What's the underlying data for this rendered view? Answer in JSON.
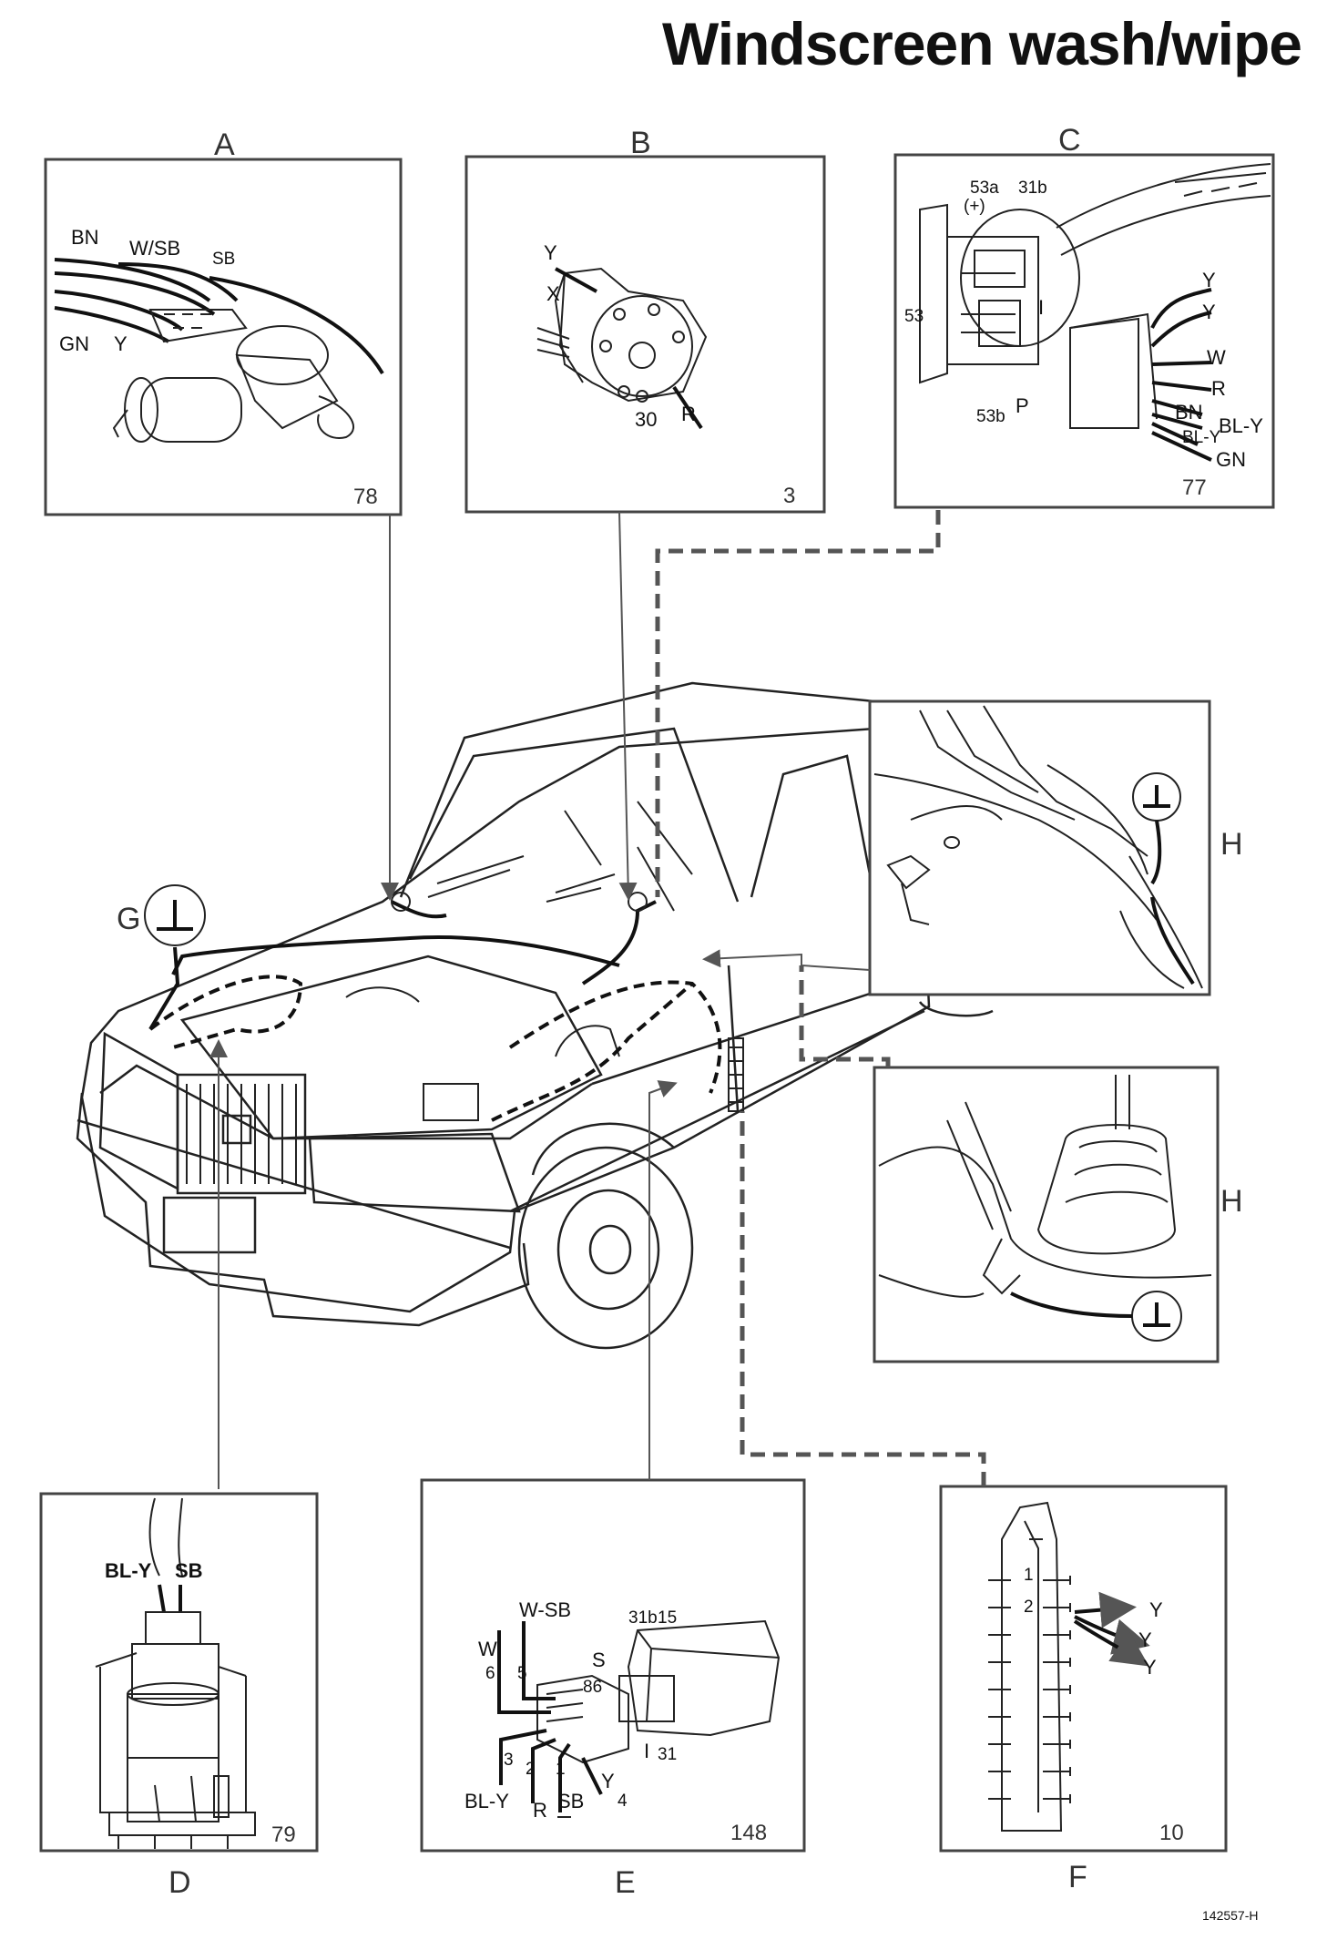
{
  "title": "Windscreen wash/wipe",
  "doc_code": "142557-H",
  "panels": {
    "A": {
      "letter": "A",
      "page": "78",
      "wires": [
        "BN",
        "W/SB",
        "SB",
        "GN",
        "Y"
      ]
    },
    "B": {
      "letter": "B",
      "page": "3",
      "terminals": [
        "Y",
        "X",
        "30",
        "R"
      ]
    },
    "C": {
      "letter": "C",
      "page": "77",
      "terminals": [
        "53a",
        "(+)",
        "31b",
        "53",
        "I",
        "53b",
        "P"
      ],
      "wires": [
        "Y",
        "Y",
        "W",
        "R",
        "BN",
        "BL-Y",
        "BL-Y",
        "GN"
      ]
    },
    "D": {
      "letter": "D",
      "page": "79",
      "wires": [
        "BL-Y",
        "SB"
      ]
    },
    "E": {
      "letter": "E",
      "page": "148",
      "terminals": [
        "31b",
        "15",
        "S",
        "86",
        "I",
        "31"
      ],
      "wires": [
        "W-SB",
        "W",
        "6",
        "5",
        "3",
        "2",
        "1",
        "BL-Y",
        "R",
        "SB",
        "Y",
        "4"
      ]
    },
    "F": {
      "letter": "F",
      "page": "10",
      "positions": [
        "1",
        "2"
      ],
      "wires": [
        "Y",
        "Y",
        "Y"
      ]
    },
    "H1": {
      "letter": "H"
    },
    "H2": {
      "letter": "H"
    },
    "G": {
      "letter": "G"
    }
  }
}
